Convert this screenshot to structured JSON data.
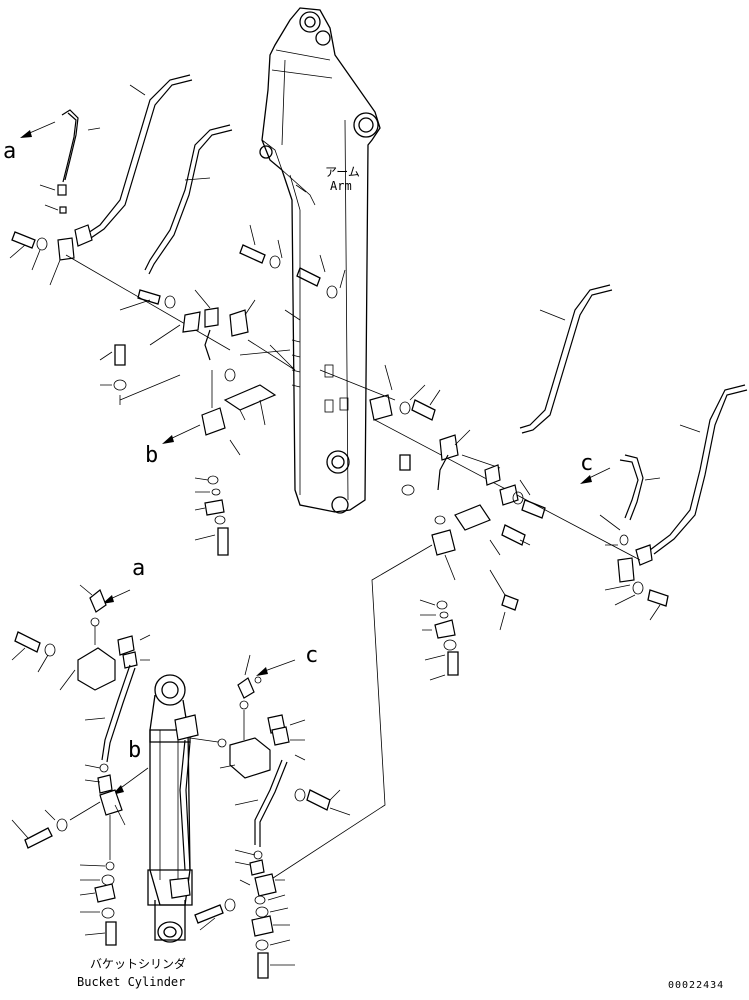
{
  "labels": {
    "arm_jp": "アーム",
    "arm_en": "Arm",
    "bucket_jp": "バケットシリンダ",
    "bucket_en": "Bucket Cylinder",
    "callout_a1": "a",
    "callout_b1": "b",
    "callout_c1": "c",
    "callout_a2": "a",
    "callout_b2": "b",
    "callout_c2": "c",
    "drawing_code": "00022434"
  }
}
